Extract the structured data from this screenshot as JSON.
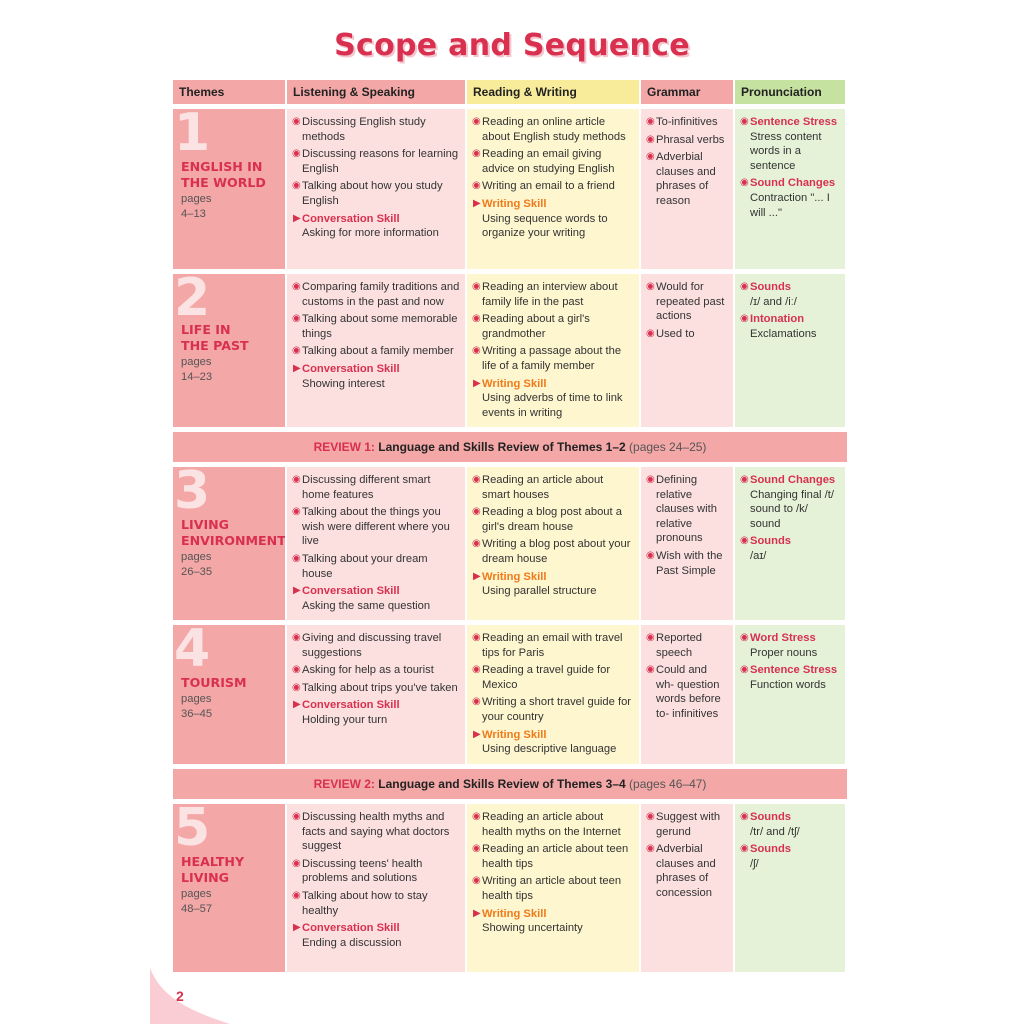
{
  "title": "Scope and Sequence",
  "headers": [
    "Themes",
    "Listening & Speaking",
    "Reading & Writing",
    "Grammar",
    "Pronunciation"
  ],
  "page_number": "2",
  "units": [
    {
      "number": "1",
      "name_lines": [
        "ENGLISH IN",
        "THE WORLD"
      ],
      "pages_label": "pages",
      "pages": "4–13",
      "listening": [
        "Discussing English study methods",
        "Discussing reasons for learning English",
        "Talking about how you study English"
      ],
      "listening_skill": {
        "label": "Conversation Skill",
        "text": "Asking for more information"
      },
      "reading": [
        "Reading an online article about English study methods",
        "Reading an email giving advice on studying English",
        "Writing an email to a friend"
      ],
      "reading_skill": {
        "label": "Writing Skill",
        "text": "Using sequence words to organize your writing"
      },
      "grammar": [
        "To-infinitives",
        "Phrasal verbs",
        "Adverbial clauses and phrases of reason"
      ],
      "pron": [
        {
          "title": "Sentence Stress",
          "text": "Stress content words in a sentence"
        },
        {
          "title": "Sound Changes",
          "text": "Contraction \"... I will ...\""
        }
      ]
    },
    {
      "number": "2",
      "name_lines": [
        "LIFE IN",
        "THE PAST"
      ],
      "pages_label": "pages",
      "pages": "14–23",
      "listening": [
        "Comparing family traditions and customs in the past and now",
        "Talking about some memorable things",
        "Talking about a family member"
      ],
      "listening_skill": {
        "label": "Conversation Skill",
        "text": "Showing interest"
      },
      "reading": [
        "Reading an interview about family life in the past",
        "Reading about a girl's grandmother",
        "Writing a passage about the life of a family member"
      ],
      "reading_skill": {
        "label": "Writing Skill",
        "text": "Using adverbs of time to link events in writing"
      },
      "grammar": [
        "Would for repeated past actions",
        "Used to"
      ],
      "pron": [
        {
          "title": "Sounds",
          "text": "/ɪ/ and /iː/"
        },
        {
          "title": "Intonation",
          "text": "Exclamations"
        }
      ]
    },
    {
      "number": "3",
      "name_lines": [
        "LIVING",
        "ENVIRONMENT"
      ],
      "pages_label": "pages",
      "pages": "26–35",
      "listening": [
        "Discussing different smart home features",
        "Talking about the things you wish were different where you live",
        "Talking about your dream house"
      ],
      "listening_skill": {
        "label": "Conversation Skill",
        "text": "Asking the same question"
      },
      "reading": [
        "Reading an article about smart houses",
        "Reading a blog post about a girl's dream house",
        "Writing a blog post about your dream house"
      ],
      "reading_skill": {
        "label": "Writing Skill",
        "text": "Using parallel structure"
      },
      "grammar": [
        "Defining relative clauses with relative pronouns",
        "Wish with the Past Simple"
      ],
      "pron": [
        {
          "title": "Sound Changes",
          "text": "Changing final /t/ sound to /k/ sound"
        },
        {
          "title": "Sounds",
          "text": "/aɪ/"
        }
      ]
    },
    {
      "number": "4",
      "name_lines": [
        "TOURISM"
      ],
      "pages_label": "pages",
      "pages": "36–45",
      "listening": [
        "Giving and discussing travel suggestions",
        "Asking for help as a tourist",
        "Talking about trips you've taken"
      ],
      "listening_skill": {
        "label": "Conversation Skill",
        "text": "Holding your turn"
      },
      "reading": [
        "Reading an email with travel tips for Paris",
        "Reading a travel guide for Mexico",
        "Writing a short travel guide for your country"
      ],
      "reading_skill": {
        "label": "Writing Skill",
        "text": "Using descriptive language"
      },
      "grammar": [
        "Reported speech",
        "Could and wh- question words before to- infinitives"
      ],
      "pron": [
        {
          "title": "Word Stress",
          "text": "Proper nouns"
        },
        {
          "title": "Sentence Stress",
          "text": "Function words"
        }
      ]
    },
    {
      "number": "5",
      "name_lines": [
        "HEALTHY",
        "LIVING"
      ],
      "pages_label": "pages",
      "pages": "48–57",
      "listening": [
        "Discussing health myths and facts and saying what doctors suggest",
        "Discussing teens' health problems and solutions",
        "Talking about how to stay healthy"
      ],
      "listening_skill": {
        "label": "Conversation Skill",
        "text": "Ending a discussion"
      },
      "reading": [
        "Reading an article about health myths on the Internet",
        "Reading an article about teen health tips",
        "Writing an article about teen health tips"
      ],
      "reading_skill": {
        "label": "Writing Skill",
        "text": "Showing uncertainty"
      },
      "grammar": [
        "Suggest with gerund",
        "Adverbial clauses and phrases of concession"
      ],
      "pron": [
        {
          "title": "Sounds",
          "text": "/tr/ and /tʃ/"
        },
        {
          "title": "Sounds",
          "text": "/ʃ/"
        }
      ]
    }
  ],
  "reviews": [
    {
      "label": "REVIEW 1:",
      "text": "Language and Skills Review of Themes 1–2",
      "pages": "(pages 24–25)"
    },
    {
      "label": "REVIEW 2:",
      "text": "Language and Skills Review of Themes 3–4",
      "pages": "(pages 46–47)"
    }
  ]
}
